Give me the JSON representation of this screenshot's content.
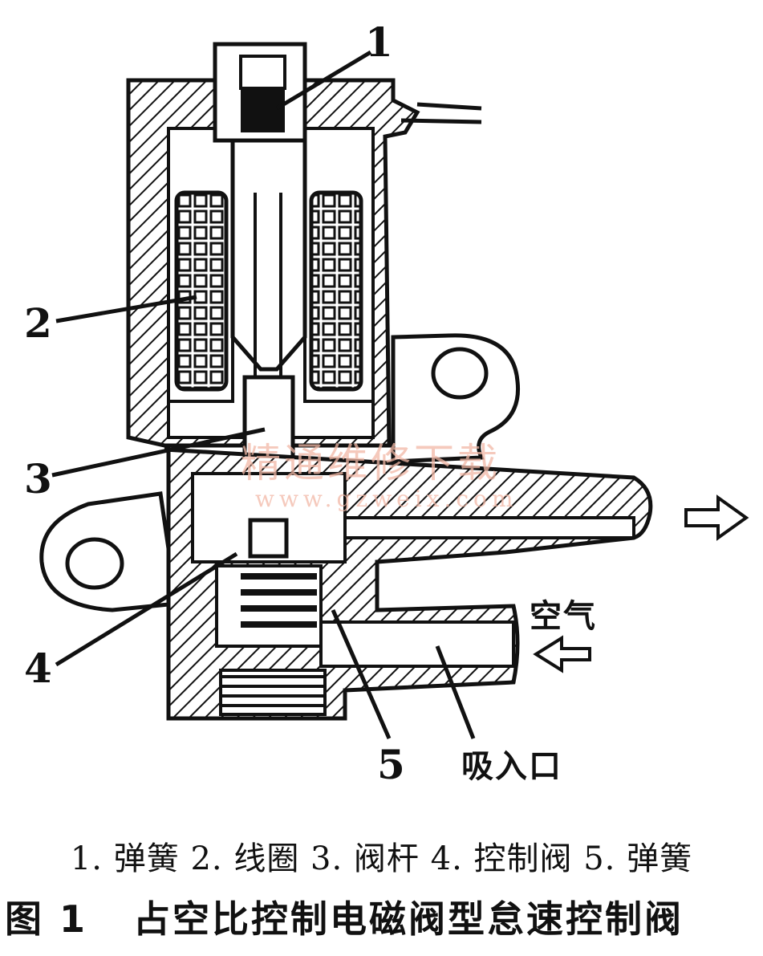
{
  "callouts": [
    {
      "id": "1",
      "label": "1"
    },
    {
      "id": "2",
      "label": "2"
    },
    {
      "id": "3",
      "label": "3"
    },
    {
      "id": "4",
      "label": "4"
    },
    {
      "id": "5",
      "label": "5"
    }
  ],
  "labels": {
    "air": "空气",
    "inlet": "吸入口"
  },
  "watermark": {
    "text": "精通维修下载",
    "url": "www.gzweix.com"
  },
  "legend": "1. 弹簧 2. 线圈 3. 阀杆 4. 控制阀 5. 弹簧",
  "caption": {
    "number": "图 1",
    "title": "占空比控制电磁阀型怠速控制阀"
  },
  "colors": {
    "ink": "#111111",
    "watermark": "#f2b8a6",
    "background": "#ffffff"
  }
}
